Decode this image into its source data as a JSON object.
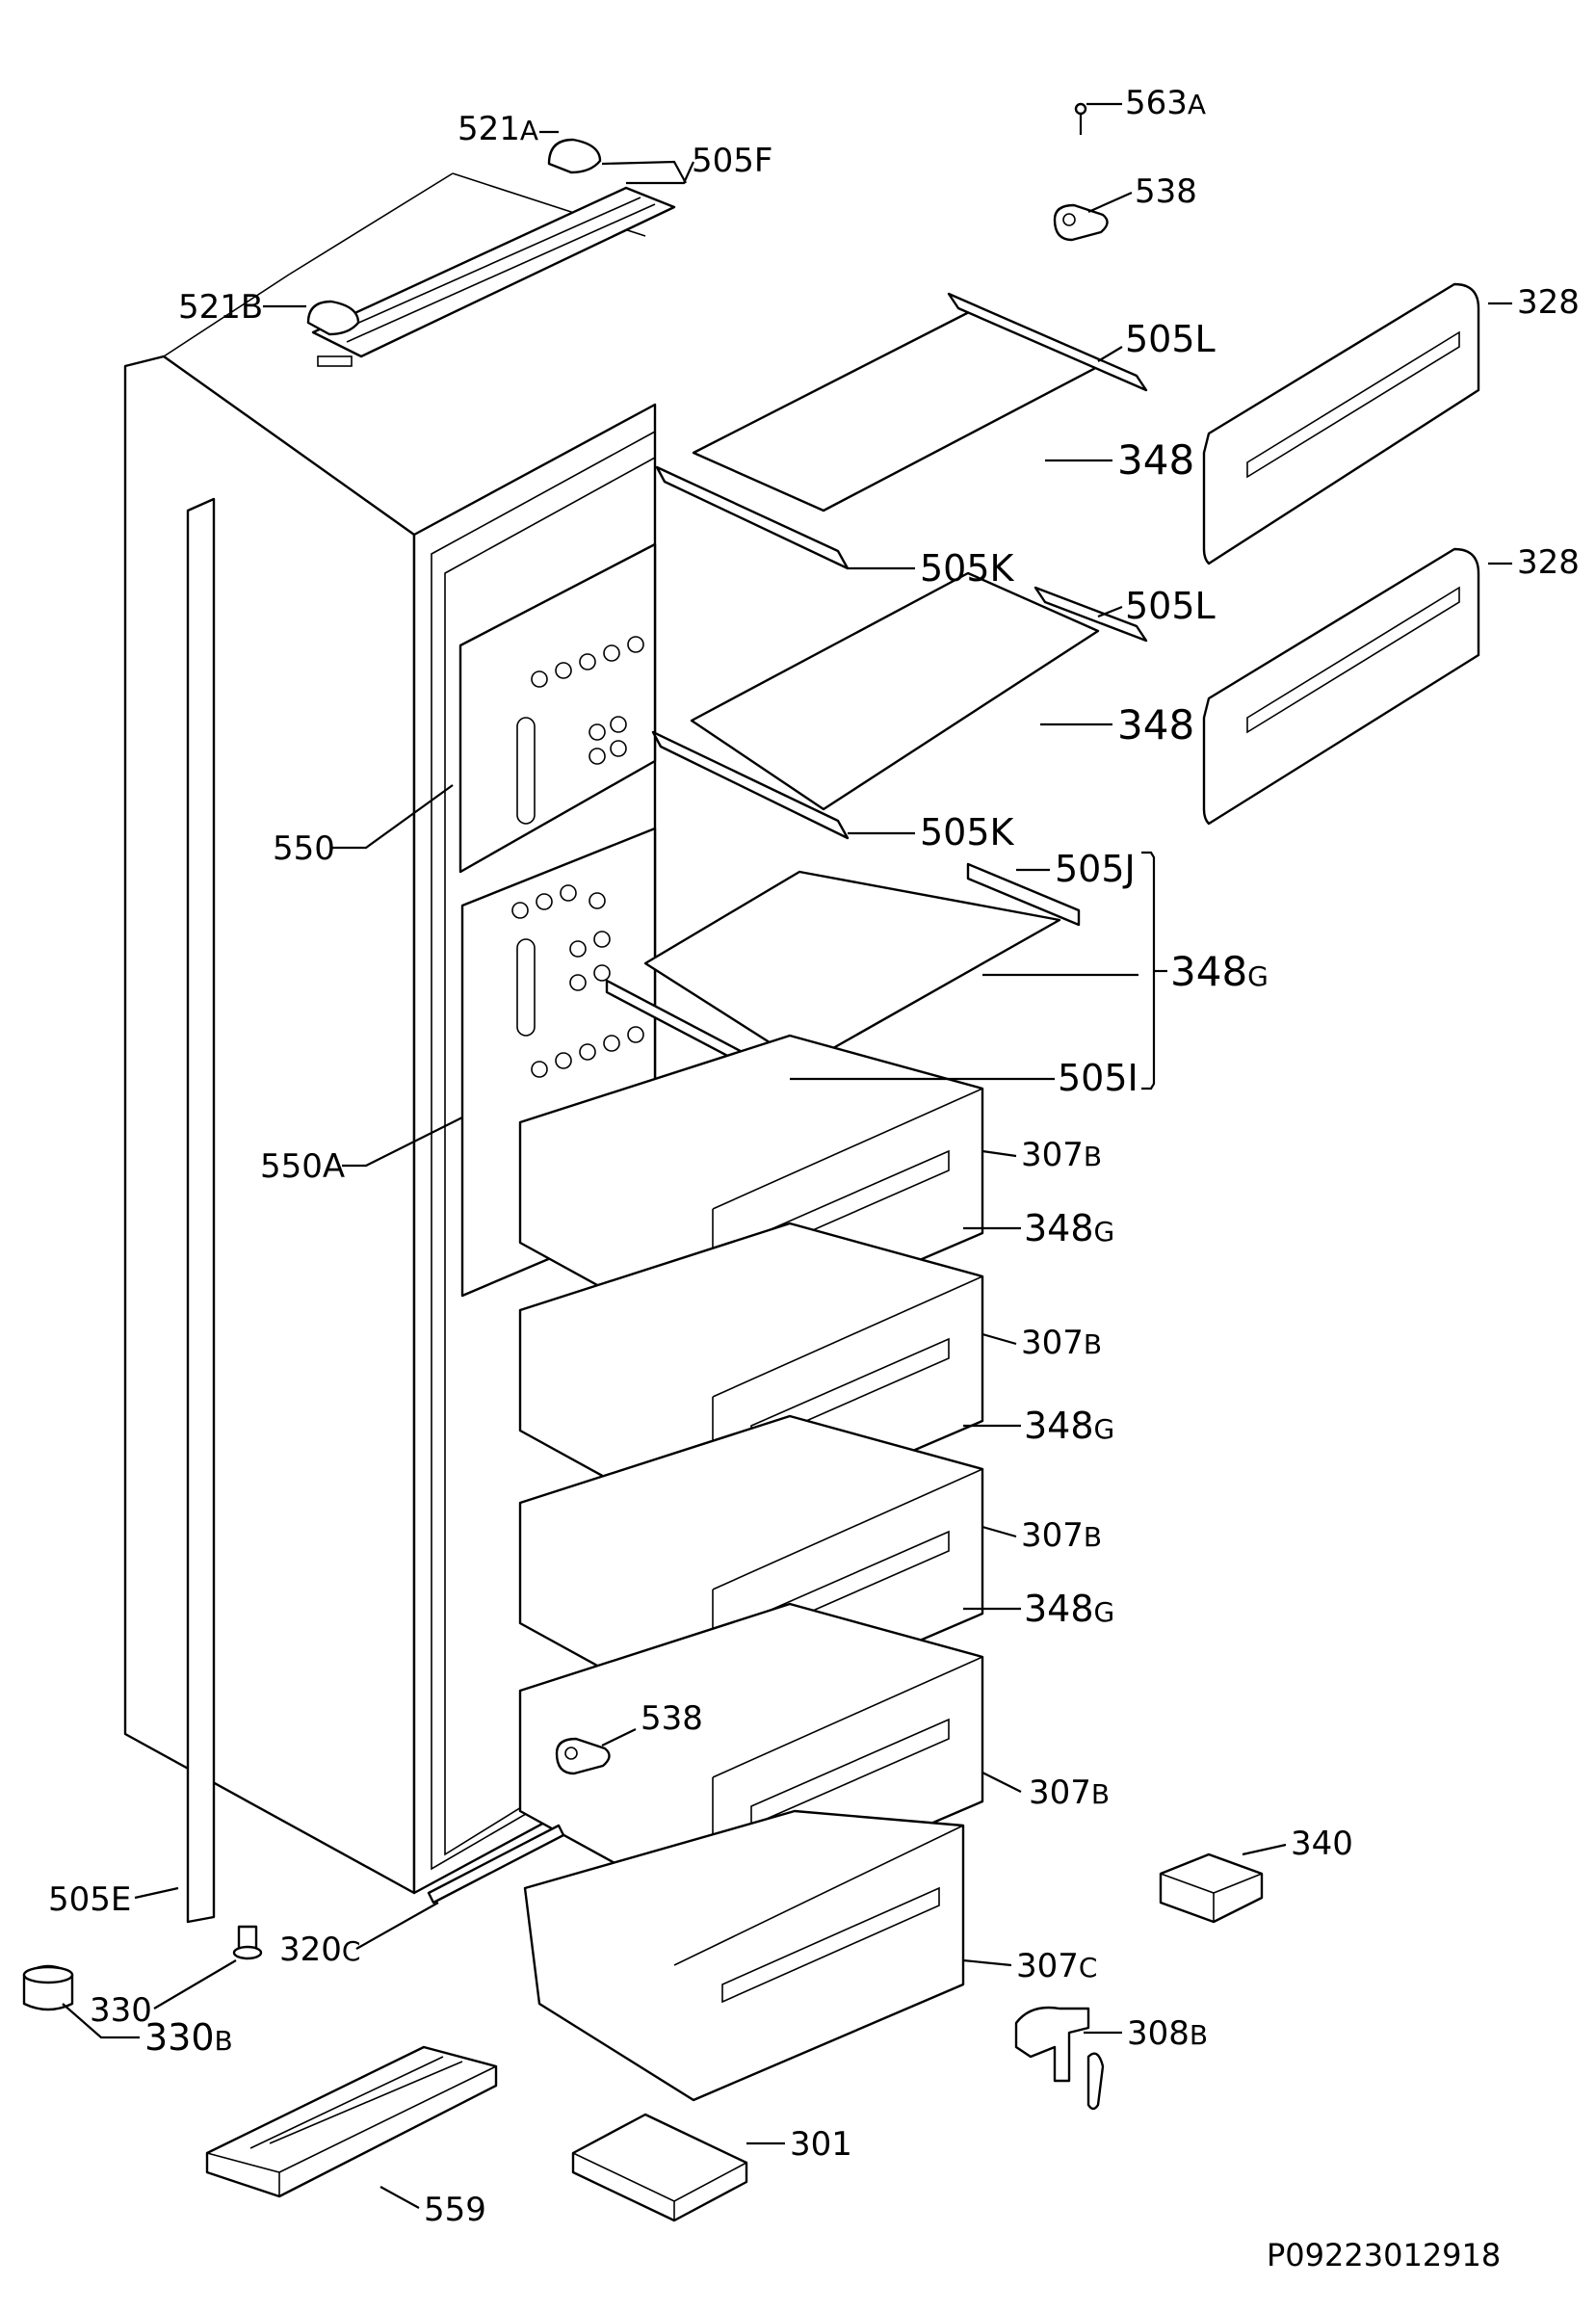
{
  "drawing_code": "P09223012918",
  "callouts": {
    "c563a": {
      "num": "563",
      "suf": "A"
    },
    "c521a": {
      "num": "521",
      "suf": "A"
    },
    "c505f": {
      "num": "505",
      "suf": "F"
    },
    "c538t": {
      "num": "538",
      "suf": ""
    },
    "c521b": {
      "num": "521",
      "suf": "B"
    },
    "c505l1": {
      "num": "505L",
      "suf": ""
    },
    "c328a": {
      "num": "328",
      "suf": ""
    },
    "c348a": {
      "num": "348",
      "suf": ""
    },
    "c505k1": {
      "num": "505K",
      "suf": ""
    },
    "c505l2": {
      "num": "505L",
      "suf": ""
    },
    "c328b": {
      "num": "328",
      "suf": ""
    },
    "c348b": {
      "num": "348",
      "suf": ""
    },
    "c550": {
      "num": "550",
      "suf": ""
    },
    "c505k2": {
      "num": "505K",
      "suf": ""
    },
    "c505j": {
      "num": "505J",
      "suf": ""
    },
    "c348g0": {
      "num": "348",
      "suf": "G"
    },
    "c505i": {
      "num": "505I",
      "suf": ""
    },
    "c550a": {
      "num": "550A",
      "suf": ""
    },
    "c307b1": {
      "num": "307",
      "suf": "B"
    },
    "c348g1": {
      "num": "348",
      "suf": "G"
    },
    "c307b2": {
      "num": "307",
      "suf": "B"
    },
    "c348g2": {
      "num": "348",
      "suf": "G"
    },
    "c307b3": {
      "num": "307",
      "suf": "B"
    },
    "c348g3": {
      "num": "348",
      "suf": "G"
    },
    "c538b": {
      "num": "538",
      "suf": ""
    },
    "c307b4": {
      "num": "307",
      "suf": "B"
    },
    "c340": {
      "num": "340",
      "suf": ""
    },
    "c505e": {
      "num": "505E",
      "suf": ""
    },
    "c320c": {
      "num": "320",
      "suf": "C"
    },
    "c307c": {
      "num": "307",
      "suf": "C"
    },
    "c330": {
      "num": "330",
      "suf": ""
    },
    "c308b": {
      "num": "308",
      "suf": "B"
    },
    "c330b": {
      "num": "330",
      "suf": "B"
    },
    "c559": {
      "num": "559",
      "suf": ""
    },
    "c301": {
      "num": "301",
      "suf": ""
    }
  }
}
